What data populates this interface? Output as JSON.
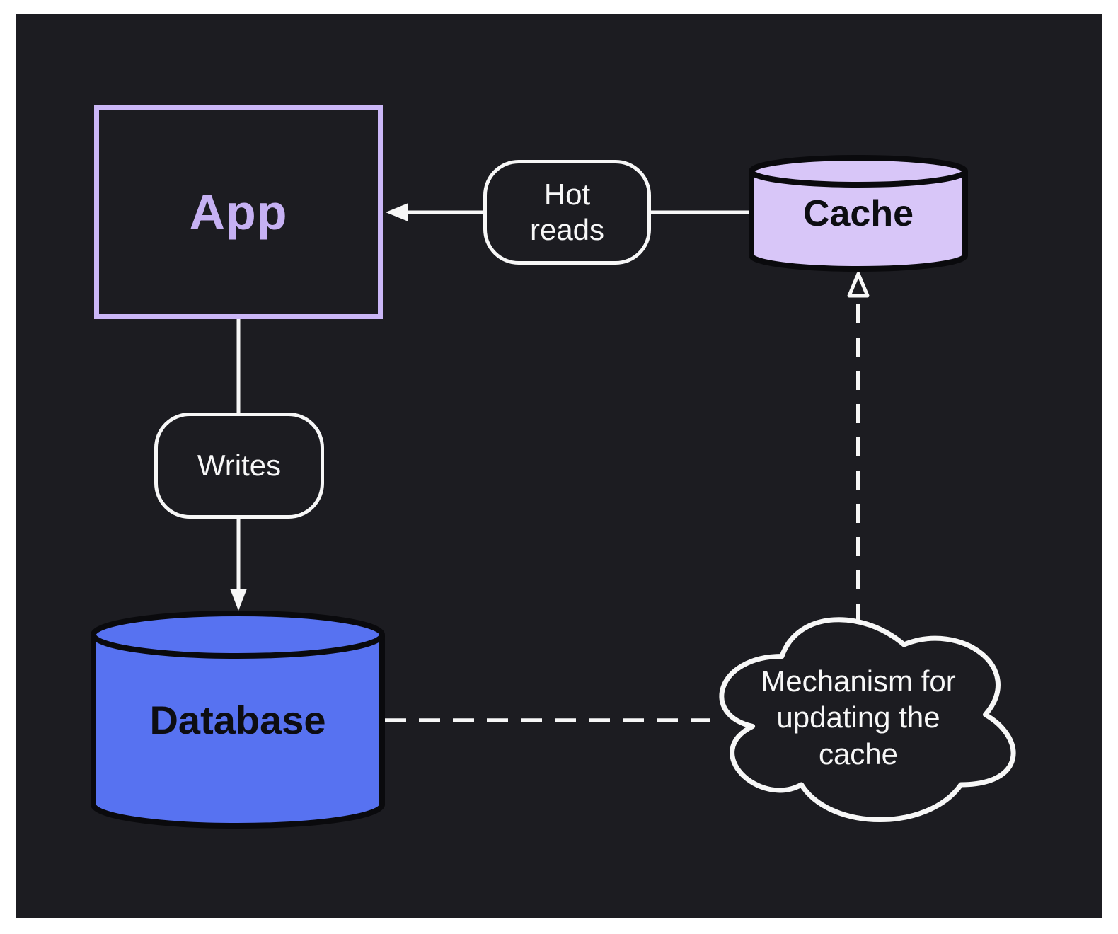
{
  "page": {
    "background": "#ffffff",
    "canvas_background": "#1c1c21",
    "connector_color": "#f7f7f7"
  },
  "nodes": {
    "app": {
      "label": "App",
      "shape": "rectangle",
      "border_color": "#cbb7f7",
      "text_color": "#c6b1f3"
    },
    "cache": {
      "label": "Cache",
      "shape": "cylinder",
      "fill": "#d8c6f8",
      "stroke": "#0a0a0d",
      "text_color": "#0d0d12"
    },
    "database": {
      "label": "Database",
      "shape": "cylinder",
      "fill": "#5772f1",
      "stroke": "#0a0a0d",
      "text_color": "#0d0d12"
    },
    "mechanism": {
      "label": "Mechanism for updating the cache",
      "shape": "cloud",
      "stroke": "#f7f7f7",
      "text_color": "#f7f7f7"
    }
  },
  "edges": [
    {
      "label": "Hot reads",
      "from": "cache",
      "to": "app",
      "line": "solid",
      "arrow": "filled"
    },
    {
      "label": "Writes",
      "from": "app",
      "to": "database",
      "line": "solid",
      "arrow": "filled"
    },
    {
      "label": "",
      "from": "database",
      "to": "mechanism",
      "line": "dashed",
      "arrow": "none"
    },
    {
      "label": "",
      "from": "mechanism",
      "to": "cache",
      "line": "dashed",
      "arrow": "open"
    }
  ]
}
